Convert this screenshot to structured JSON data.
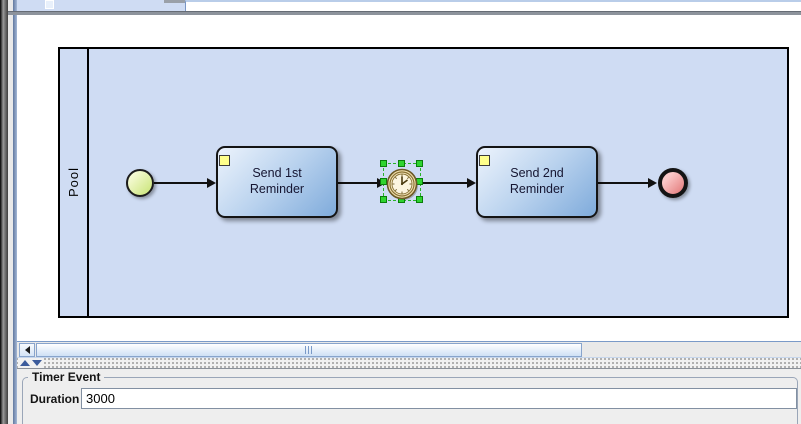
{
  "diagram": {
    "pool_label": "Pool",
    "tasks": [
      {
        "line1": "Send 1st",
        "line2": "Reminder"
      },
      {
        "line1": "Send 2nd",
        "line2": "Reminder"
      }
    ],
    "selected_element": "timer-event"
  },
  "properties": {
    "group_title": "Timer Event",
    "duration_label": "Duration",
    "duration_value": "3000"
  },
  "colors": {
    "pool_fill": "#cfdcf3",
    "task_gradient_start": "#ecf3fc",
    "task_gradient_end": "#7fabdb",
    "task_marker_yellow": "#feff8b",
    "start_event_fill": "#cde67f",
    "end_event_fill": "#e58181",
    "selection_green": "#2fd42f",
    "timer_face": "#f3e0ae",
    "panel_background": "#eeeeee"
  }
}
